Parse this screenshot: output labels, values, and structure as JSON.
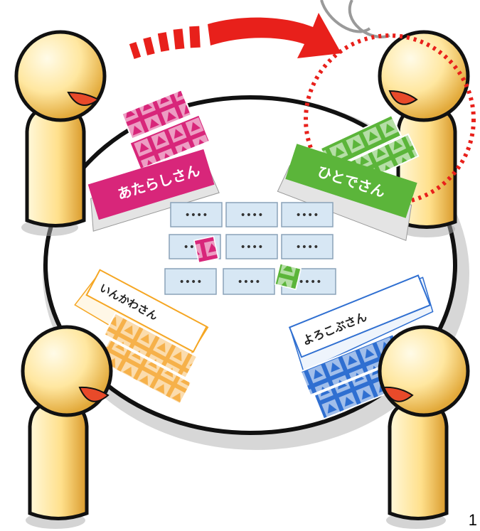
{
  "scene": {
    "players": [
      {
        "id": "top-left"
      },
      {
        "id": "top-right"
      },
      {
        "id": "bottom-left"
      },
      {
        "id": "bottom-right"
      }
    ],
    "name_cards": [
      {
        "label": "あたらしさん",
        "color": "#d8267a"
      },
      {
        "label": "ひとでさん",
        "color": "#5bb53a"
      },
      {
        "label": "いんかわさん",
        "color": "#f5a623"
      },
      {
        "label": "よろこぶさん",
        "color": "#2f6fd1"
      }
    ],
    "center_cards": [
      {
        "text": "••••"
      },
      {
        "text": "••••"
      },
      {
        "text": "••••"
      },
      {
        "text": "••••"
      },
      {
        "text": "••••"
      },
      {
        "text": "••••"
      },
      {
        "text": "••••"
      },
      {
        "text": "••••"
      },
      {
        "text": "••••"
      }
    ],
    "colors": {
      "table_fill": "#ffffff",
      "table_stroke": "#111111",
      "skin_light": "#fff3c4",
      "skin_dark": "#e8b54a",
      "arrow_red": "#e8201b",
      "card_blue": "#d7e7f4"
    }
  },
  "page": {
    "number": "1"
  }
}
